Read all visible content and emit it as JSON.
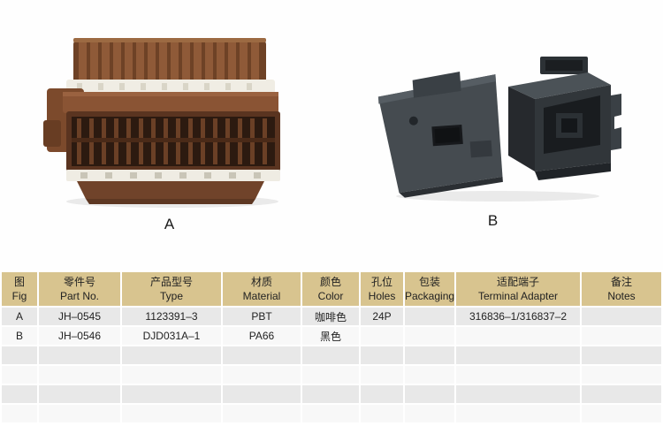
{
  "figures": {
    "a_label": "A",
    "b_label": "B"
  },
  "table": {
    "headers": [
      {
        "zh": "图",
        "en": "Fig"
      },
      {
        "zh": "零件号",
        "en": "Part No."
      },
      {
        "zh": "产品型号",
        "en": "Type"
      },
      {
        "zh": "材质",
        "en": "Material"
      },
      {
        "zh": "颜色",
        "en": "Color"
      },
      {
        "zh": "孔位",
        "en": "Holes"
      },
      {
        "zh": "包装",
        "en": "Packaging"
      },
      {
        "zh": "适配端子",
        "en": "Terminal Adapter"
      },
      {
        "zh": "备注",
        "en": "Notes"
      }
    ],
    "rows": [
      [
        "A",
        "JH–0545",
        "1123391–3",
        "PBT",
        "咖啡色",
        "24P",
        "",
        "316836–1/316837–2",
        ""
      ],
      [
        "B",
        "JH–0546",
        "DJD031A–1",
        "PA66",
        "黑色",
        "",
        "",
        "",
        ""
      ],
      [
        "",
        "",
        "",
        "",
        "",
        "",
        "",
        "",
        ""
      ],
      [
        "",
        "",
        "",
        "",
        "",
        "",
        "",
        "",
        ""
      ],
      [
        "",
        "",
        "",
        "",
        "",
        "",
        "",
        "",
        ""
      ],
      [
        "",
        "",
        "",
        "",
        "",
        "",
        "",
        "",
        ""
      ]
    ]
  },
  "colors": {
    "header_bg": "#d8c48f",
    "row_odd": "#e8e8e8",
    "row_even": "#f8f8f8",
    "connector_a_brown": "#8a5636",
    "connector_b_black": "#33383c"
  }
}
